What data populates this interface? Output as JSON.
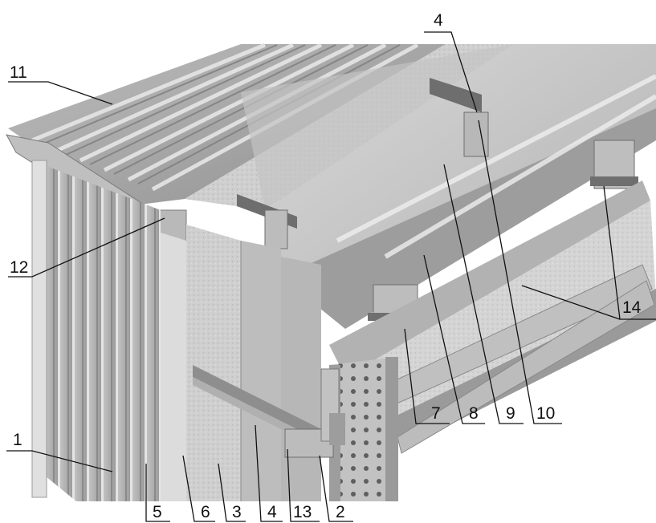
{
  "callouts": [
    {
      "id": "c1",
      "label": "1"
    },
    {
      "id": "c2",
      "label": "2"
    },
    {
      "id": "c3",
      "label": "3"
    },
    {
      "id": "c4a",
      "label": "4"
    },
    {
      "id": "c4b",
      "label": "4"
    },
    {
      "id": "c5",
      "label": "5"
    },
    {
      "id": "c6",
      "label": "6"
    },
    {
      "id": "c7",
      "label": "7"
    },
    {
      "id": "c8",
      "label": "8"
    },
    {
      "id": "c9",
      "label": "9"
    },
    {
      "id": "c10",
      "label": "10"
    },
    {
      "id": "c11",
      "label": "11"
    },
    {
      "id": "c12",
      "label": "12"
    },
    {
      "id": "c13",
      "label": "13"
    },
    {
      "id": "c14",
      "label": "14"
    }
  ],
  "colors": {
    "sheet_light": "#d4d4d4",
    "sheet_mid": "#b4b4b4",
    "sheet_dark": "#8e8e8e",
    "insulation": "#c8c8c8",
    "steel": "#a7a7a7",
    "line": "#111111"
  }
}
